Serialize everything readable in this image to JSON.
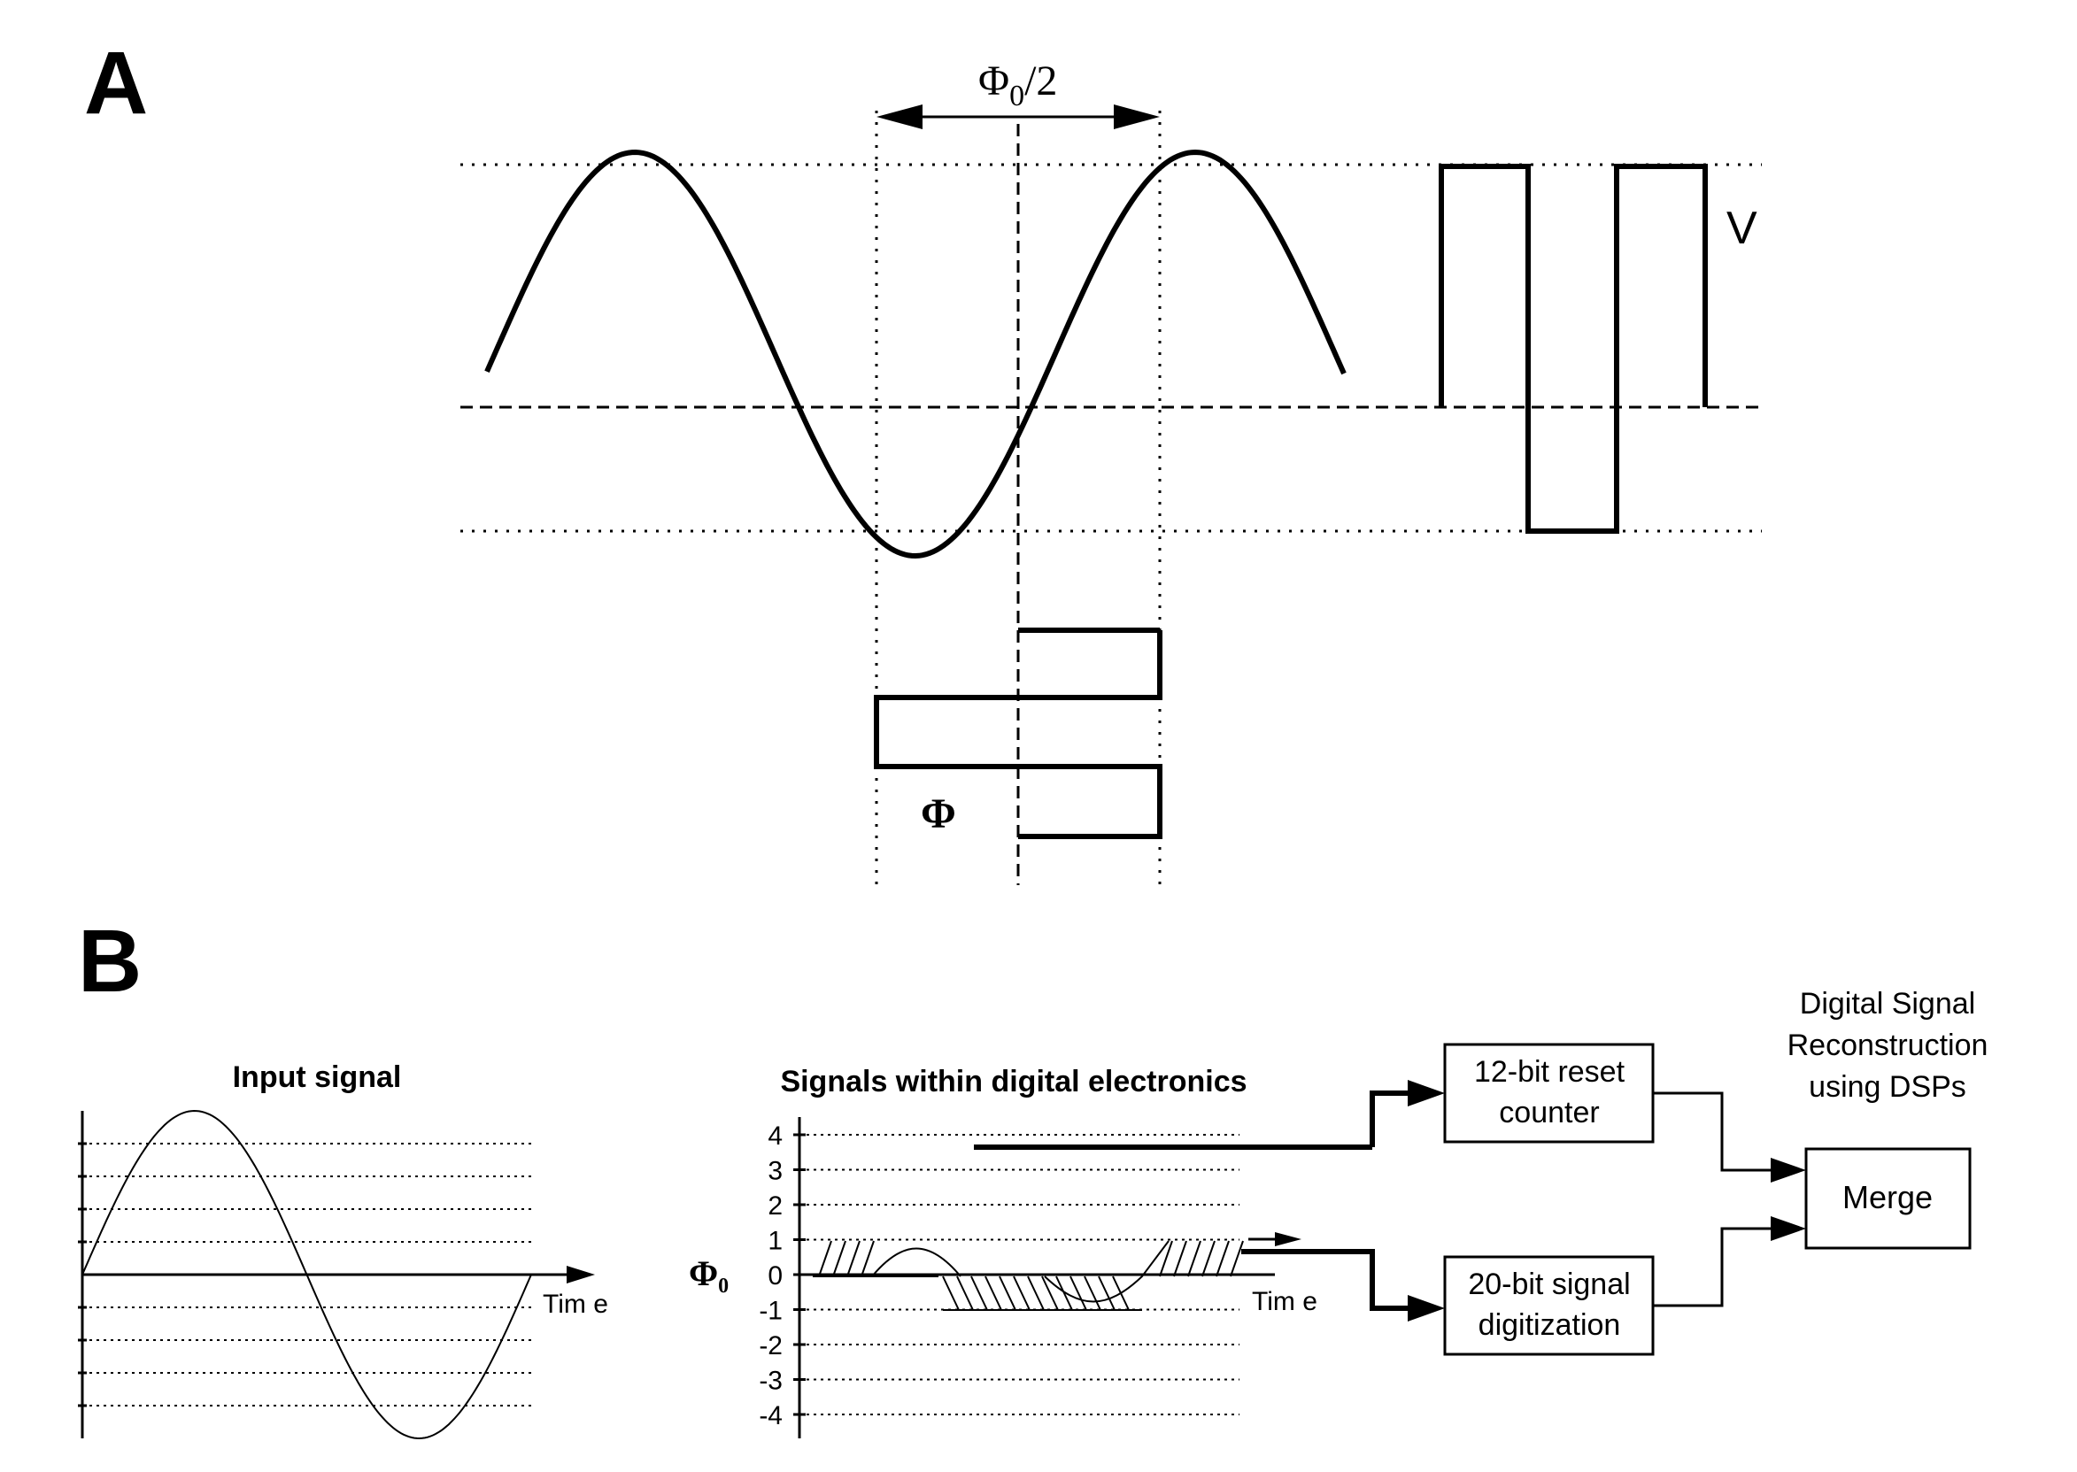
{
  "panel_a": {
    "letter": "A",
    "period_label_base": "Φ",
    "period_label_sub": "0",
    "period_label_rest": "/2",
    "voltage_label": "V",
    "flux_label": "Φ"
  },
  "panel_b": {
    "letter": "B",
    "input_title": "Input signal",
    "input_time_label": "Tim e",
    "digital_title": "Signals within digital electronics",
    "flux_axis_label": "Φ₀",
    "y_ticks": [
      "4",
      "3",
      "2",
      "1",
      "0",
      "-1",
      "-2",
      "-3",
      "-4"
    ],
    "digital_time_label": "Tim e",
    "box_counter_line1": "12-bit reset",
    "box_counter_line2": "counter",
    "box_digitization_line1": "20-bit signal",
    "box_digitization_line2": "digitization",
    "box_merge": "Merge",
    "dsp_label_line1": "Digital Signal",
    "dsp_label_line2": "Reconstruction",
    "dsp_label_line3": "using DSPs"
  }
}
